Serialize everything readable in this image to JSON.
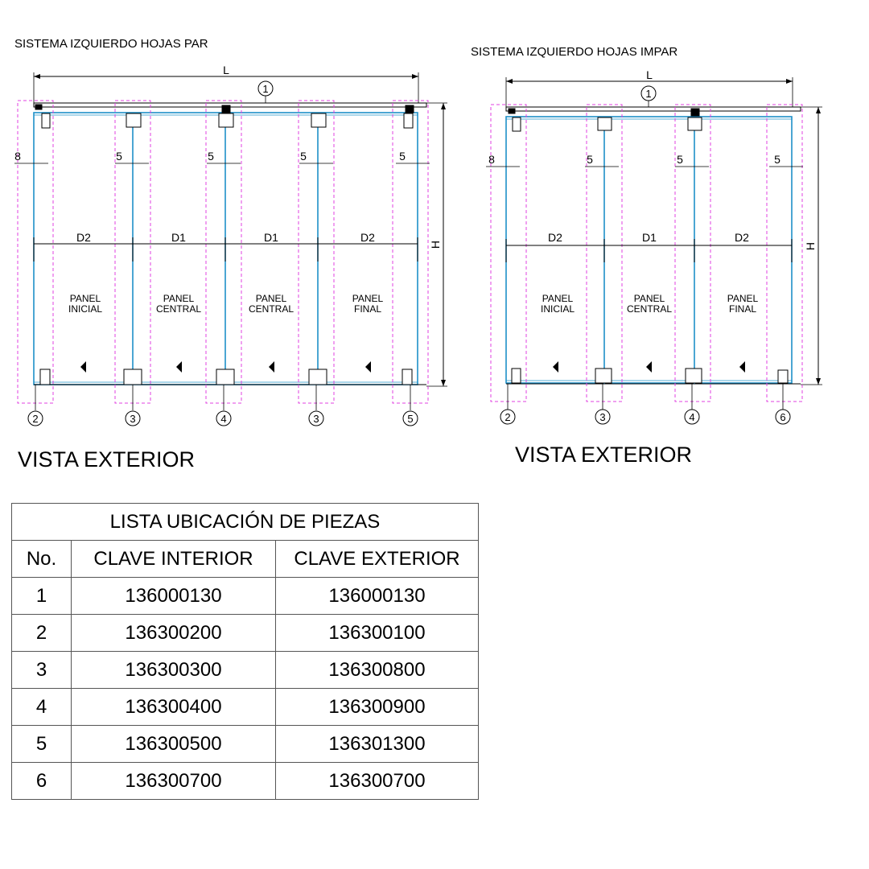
{
  "left": {
    "title": "SISTEMA IZQUIERDO  HOJAS PAR",
    "length_label": "L",
    "height_label": "H",
    "top_marker": "1",
    "gap_labels": [
      "8",
      "5",
      "5",
      "5",
      "5"
    ],
    "spans": [
      "D2",
      "D1",
      "D1",
      "D2"
    ],
    "panels": [
      {
        "line1": "PANEL",
        "line2": "INICIAL"
      },
      {
        "line1": "PANEL",
        "line2": "CENTRAL"
      },
      {
        "line1": "PANEL",
        "line2": "CENTRAL"
      },
      {
        "line1": "PANEL",
        "line2": "FINAL"
      }
    ],
    "markers": [
      "2",
      "3",
      "4",
      "3",
      "5"
    ],
    "view": "VISTA EXTERIOR"
  },
  "right": {
    "title": "SISTEMA IZQUIERDO  HOJAS IMPAR",
    "length_label": "L",
    "height_label": "H",
    "top_marker": "1",
    "gap_labels": [
      "8",
      "5",
      "5",
      "5"
    ],
    "spans": [
      "D2",
      "D1",
      "D2"
    ],
    "panels": [
      {
        "line1": "PANEL",
        "line2": "INICIAL"
      },
      {
        "line1": "PANEL",
        "line2": "CENTRAL"
      },
      {
        "line1": "PANEL",
        "line2": "FINAL"
      }
    ],
    "markers": [
      "2",
      "3",
      "4",
      "6"
    ],
    "view": "VISTA EXTERIOR"
  },
  "table": {
    "caption": "LISTA UBICACIÓN DE PIEZAS",
    "headers": [
      "No.",
      "CLAVE INTERIOR",
      "CLAVE EXTERIOR"
    ],
    "rows": [
      [
        "1",
        "136000130",
        "136000130"
      ],
      [
        "2",
        "136300200",
        "136300100"
      ],
      [
        "3",
        "136300300",
        "136300800"
      ],
      [
        "4",
        "136300400",
        "136300900"
      ],
      [
        "5",
        "136300500",
        "136301300"
      ],
      [
        "6",
        "136300700",
        "136300700"
      ]
    ]
  },
  "colors": {
    "glass": "#1e90c8",
    "zone": "#e040e0",
    "line": "#000000"
  }
}
